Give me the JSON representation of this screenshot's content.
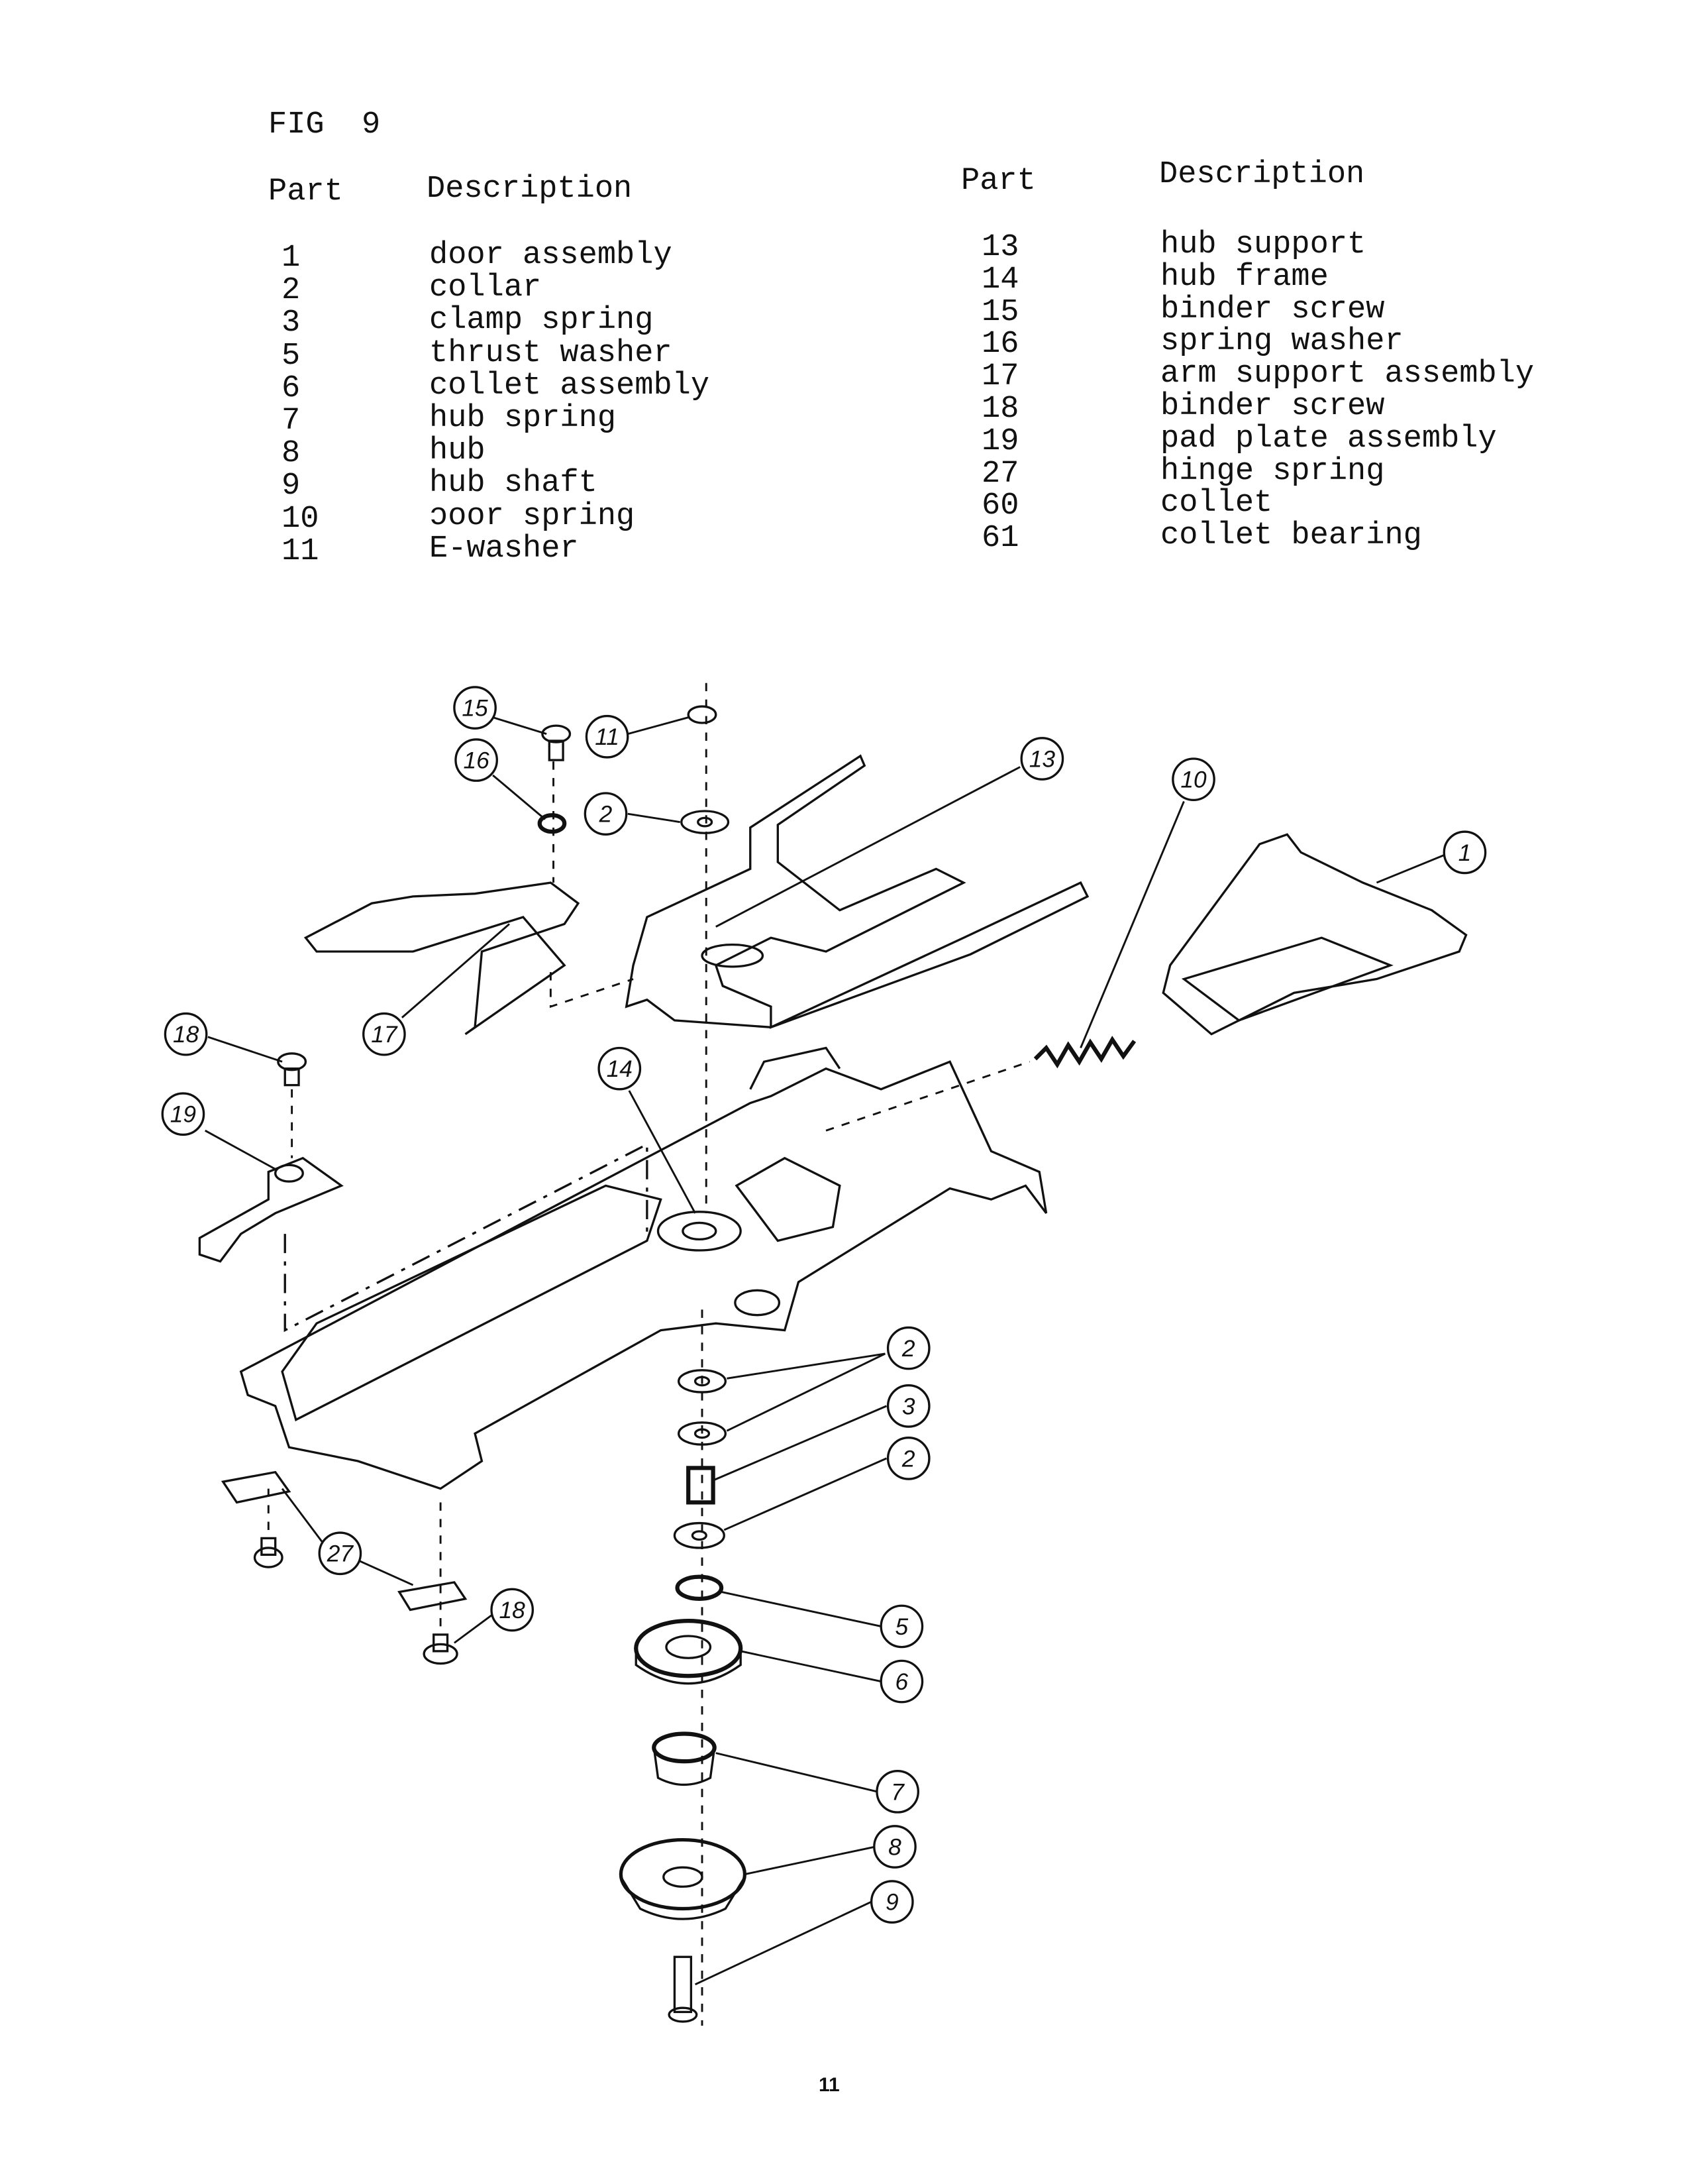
{
  "figure_title": "FIG  9",
  "left_table": {
    "header_part": "Part",
    "header_description": "Description",
    "rows": [
      {
        "part": "1",
        "description": "door assembly"
      },
      {
        "part": "2",
        "description": "collar"
      },
      {
        "part": "3",
        "description": "clamp spring"
      },
      {
        "part": "5",
        "description": "thrust washer"
      },
      {
        "part": "6",
        "description": "collet assembly"
      },
      {
        "part": "7",
        "description": "hub spring"
      },
      {
        "part": "8",
        "description": "hub"
      },
      {
        "part": "9",
        "description": "hub shaft"
      },
      {
        "part": "10",
        "description": "ɔoor spring"
      },
      {
        "part": "11",
        "description": "E-washer"
      }
    ]
  },
  "right_table": {
    "header_part": "Part",
    "header_description": "Description",
    "rows": [
      {
        "part": "13",
        "description": "hub support"
      },
      {
        "part": "14",
        "description": "hub frame"
      },
      {
        "part": "15",
        "description": "binder screw"
      },
      {
        "part": "16",
        "description": "spring washer"
      },
      {
        "part": "17",
        "description": "arm support assembly"
      },
      {
        "part": "18",
        "description": "binder screw"
      },
      {
        "part": "19",
        "description": "pad plate assembly"
      },
      {
        "part": "27",
        "description": "hinge spring"
      },
      {
        "part": "60",
        "description": "collet"
      },
      {
        "part": "61",
        "description": "collet bearing"
      }
    ]
  },
  "callouts": [
    "15",
    "11",
    "16",
    "2",
    "13",
    "10",
    "1",
    "17",
    "18",
    "14",
    "19",
    "2",
    "3",
    "2",
    "27",
    "18",
    "5",
    "6",
    "7",
    "8",
    "9"
  ],
  "page_number": "11"
}
